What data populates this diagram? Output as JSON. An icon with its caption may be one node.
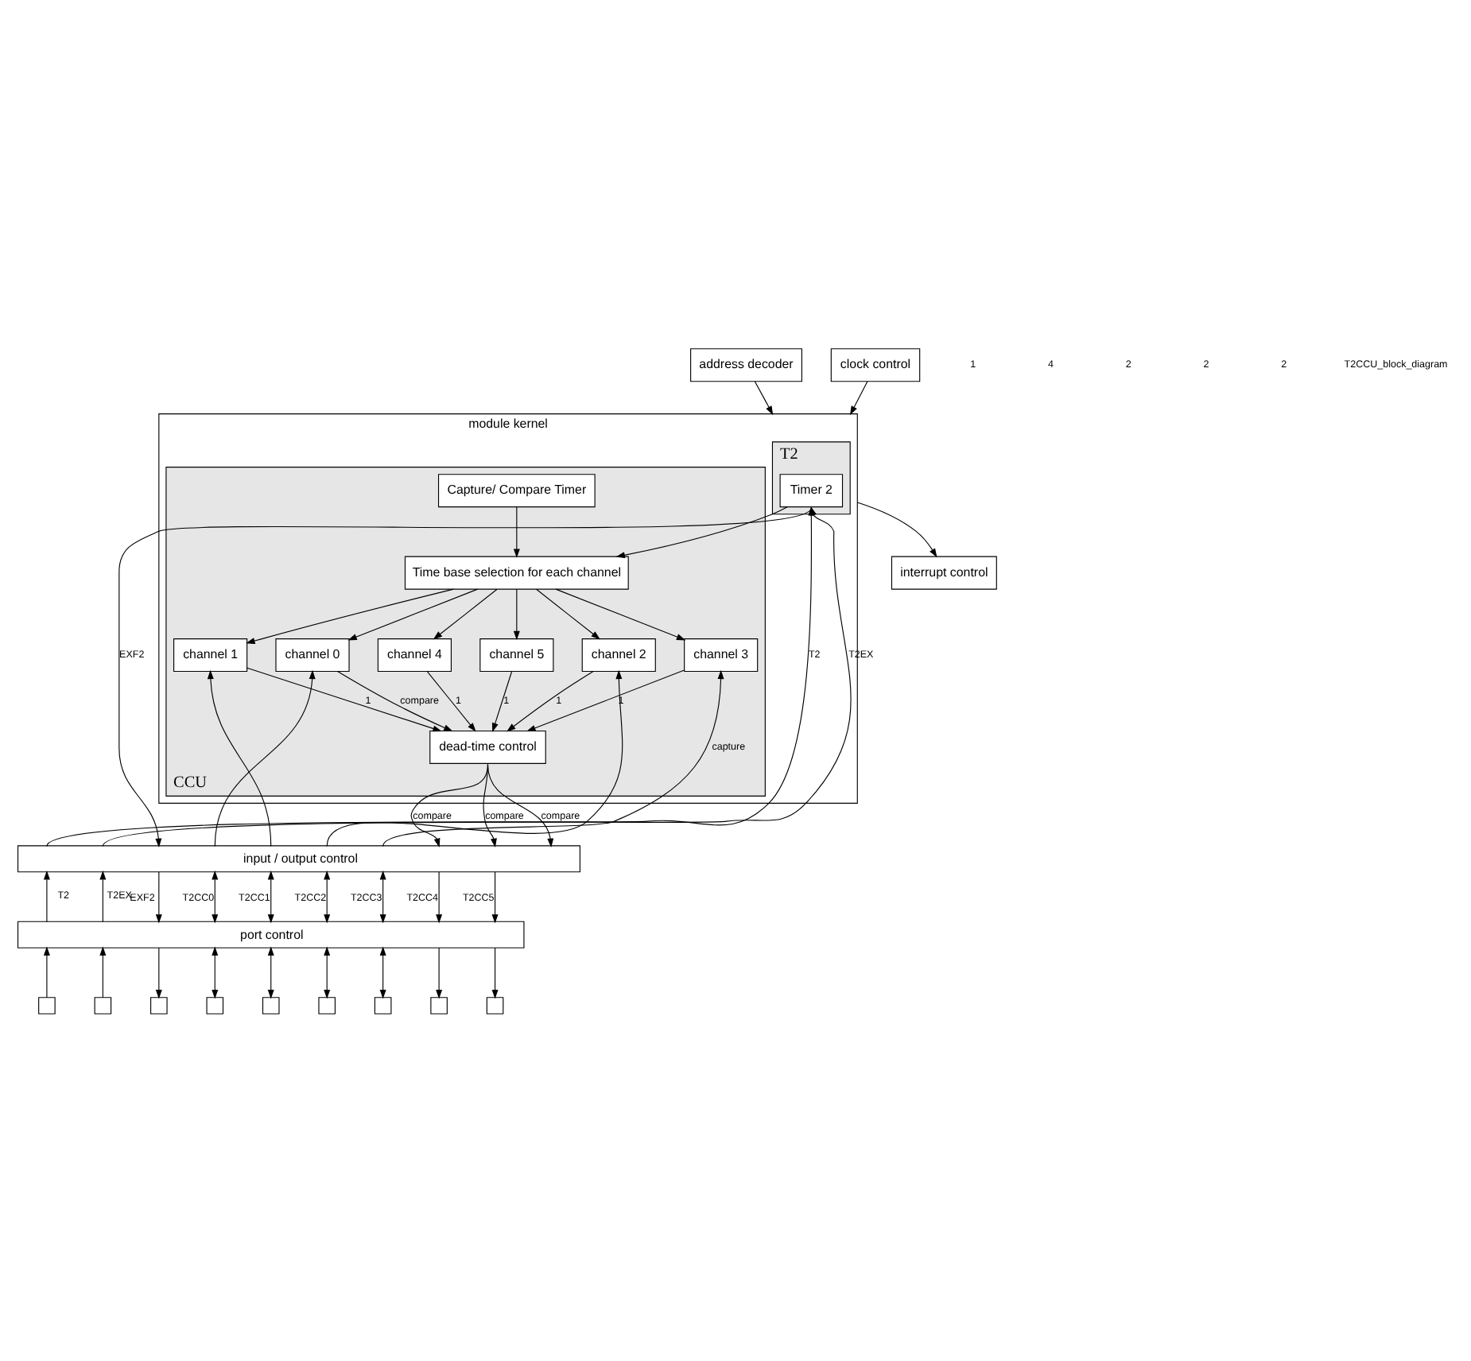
{
  "diagram": {
    "nodes": [
      {
        "text": [
          "module kernel"
        ]
      },
      {
        "text": [
          "address decoder"
        ]
      },
      {
        "text": [
          "clock control"
        ]
      },
      {
        "text": [
          "interrupt control"
        ]
      },
      {
        "text": [
          "T2"
        ],
        "in": 0
      },
      {
        "text": [
          "CCU"
        ],
        "in": 0
      },
      {
        "text": [
          "Capture/ Compare Timer"
        ],
        "in": 5
      },
      {
        "text": [
          "Timer 2"
        ],
        "in": 4
      },
      {
        "text": [
          "Time base selection for each channel"
        ],
        "in": 5
      },
      {
        "text": [
          "channel 0"
        ],
        "in": 5
      },
      {
        "text": [
          "channel 1"
        ],
        "in": 5
      },
      {
        "text": [
          "channel 2"
        ],
        "in": 5
      },
      {
        "text": [
          "channel 3"
        ],
        "in": 5
      },
      {
        "text": [
          "channel 4"
        ],
        "in": 5
      },
      {
        "text": [
          "channel 5"
        ],
        "in": 5
      },
      {
        "text": [
          "dead-time control"
        ],
        "in": 5
      },
      {
        "text": [
          "input / output control"
        ]
      },
      {
        "text": [
          "port control"
        ]
      },
      {
        "text": [],
        "shape": "box"
      },
      {
        "text": [],
        "shape": "box"
      },
      {
        "text": [],
        "shape": "box"
      },
      {
        "text": [],
        "shape": "box"
      },
      {
        "text": [],
        "shape": "box"
      },
      {
        "text": [],
        "shape": "box"
      },
      {
        "text": [],
        "shape": "box"
      },
      {
        "text": [],
        "shape": "box"
      },
      {
        "text": [],
        "shape": "box"
      }
    ],
    "edges": [
      {
        "from": 1,
        "to": 0,
        "arrow": "to"
      },
      {
        "from": 2,
        "to": 0,
        "arrow": "to"
      },
      {
        "from": 0,
        "to": 3,
        "arrow": "to"
      },
      {
        "from": 6,
        "to": 8,
        "arrow": "to"
      },
      {
        "from": 7,
        "to": 8,
        "arrow": "to"
      },
      {
        "from": 8,
        "to": 9,
        "arrow": "to"
      },
      {
        "from": 8,
        "to": 10,
        "arrow": "to"
      },
      {
        "from": 8,
        "to": 11,
        "arrow": "to"
      },
      {
        "from": 8,
        "to": 12,
        "arrow": "to"
      },
      {
        "from": 8,
        "to": 13,
        "arrow": "to"
      },
      {
        "from": 8,
        "to": 14,
        "arrow": "to"
      },
      {
        "from": 9,
        "to": 15,
        "arrow": "to",
        "label": "compare"
      },
      {
        "from": 10,
        "to": 15,
        "arrow": "to",
        "label": "1"
      },
      {
        "from": 11,
        "to": 15,
        "arrow": "to",
        "label": "1"
      },
      {
        "from": 12,
        "to": 15,
        "arrow": "to",
        "label": "1"
      },
      {
        "from": 13,
        "to": 15,
        "arrow": "to",
        "label": "1"
      },
      {
        "from": 14,
        "to": 15,
        "arrow": "to",
        "label": "1"
      },
      {
        "from": 16,
        "to": 9,
        "arrow": "to"
      },
      {
        "from": 16,
        "to": 10,
        "arrow": "to"
      },
      {
        "from": 16,
        "to": 11,
        "arrow": "to"
      },
      {
        "from": 16,
        "to": 12,
        "arrow": "to",
        "label": "capture"
      },
      {
        "from": 15,
        "to": 16,
        "arrow": "to",
        "label": "compare"
      },
      {
        "from": 15,
        "to": 16,
        "arrow": "to",
        "label": "compare"
      },
      {
        "from": 15,
        "to": 16,
        "arrow": "to",
        "label": "compare"
      },
      {
        "from": 16,
        "to": 7,
        "arrow": "to",
        "label": "T2"
      },
      {
        "from": 16,
        "to": 7,
        "arrow": "to",
        "label": "T2EX"
      },
      {
        "from": 7,
        "to": 16,
        "arrow": "to",
        "label": "EXF2"
      },
      {
        "from": 17,
        "to": 16,
        "arrow": "to",
        "label": "T2"
      },
      {
        "from": 17,
        "to": 16,
        "arrow": "to",
        "label": "T2EX"
      },
      {
        "from": 16,
        "to": 17,
        "arrow": "to",
        "label": "EXF2"
      },
      {
        "from": 16,
        "to": 17,
        "arrow": "both",
        "label": "T2CC0"
      },
      {
        "from": 16,
        "to": 17,
        "arrow": "both",
        "label": "T2CC1"
      },
      {
        "from": 16,
        "to": 17,
        "arrow": "both",
        "label": "T2CC2"
      },
      {
        "from": 16,
        "to": 17,
        "arrow": "both",
        "label": "T2CC3"
      },
      {
        "from": 16,
        "to": 17,
        "arrow": "to",
        "label": "T2CC4"
      },
      {
        "from": 16,
        "to": 17,
        "arrow": "to",
        "label": "T2CC5"
      },
      {
        "from": 18,
        "to": 17,
        "arrow": "to"
      },
      {
        "from": 19,
        "to": 17,
        "arrow": "to"
      },
      {
        "from": 17,
        "to": 20,
        "arrow": "to"
      },
      {
        "from": 21,
        "to": 17,
        "arrow": "both"
      },
      {
        "from": 22,
        "to": 17,
        "arrow": "both"
      },
      {
        "from": 23,
        "to": 17,
        "arrow": "both"
      },
      {
        "from": 24,
        "to": 17,
        "arrow": "both"
      },
      {
        "from": 17,
        "to": 25,
        "arrow": "to"
      },
      {
        "from": 17,
        "to": 26,
        "arrow": "to"
      }
    ],
    "labels": [
      "1",
      "4",
      "2",
      "2",
      "2",
      "T2CCU_block_diagram"
    ]
  }
}
